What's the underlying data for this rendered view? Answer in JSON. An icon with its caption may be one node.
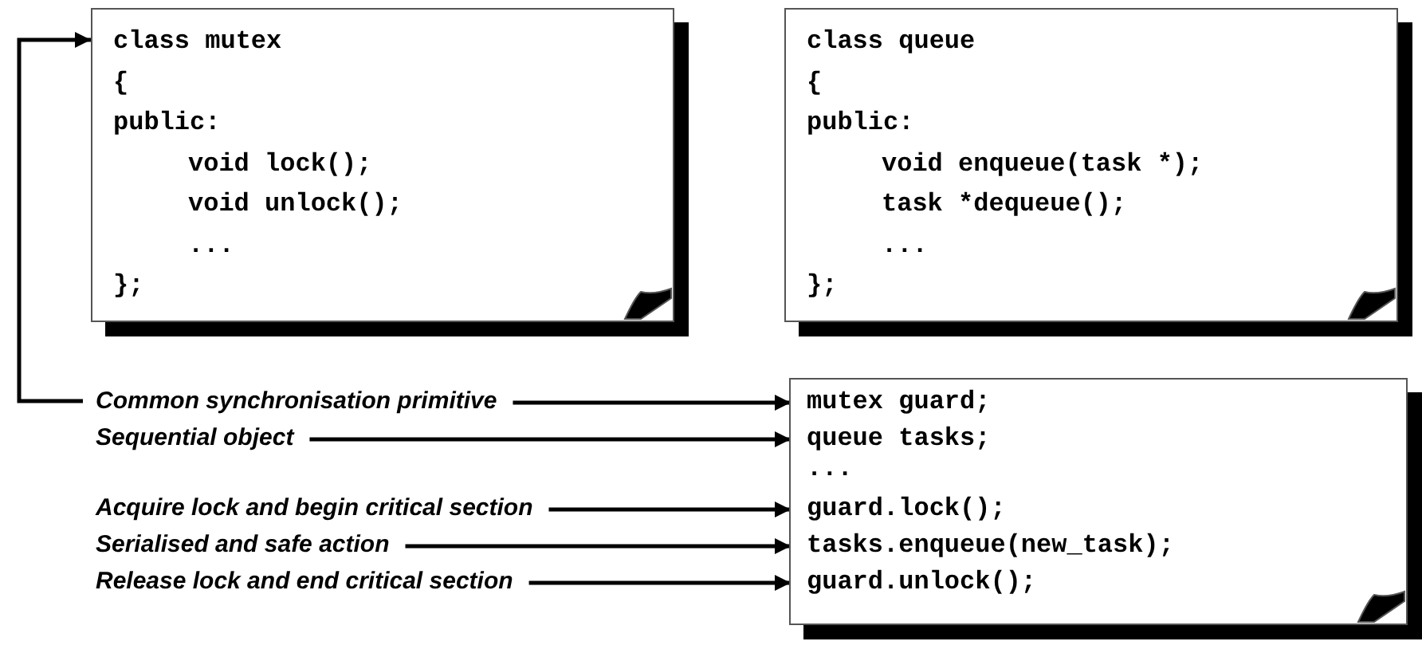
{
  "diagram": {
    "nodes": [
      {
        "text": [
          "class mutex",
          "{",
          "public:",
          "void lock();",
          "void unlock();",
          "...",
          "};"
        ]
      },
      {
        "text": [
          "class queue",
          "{",
          "public:",
          "void enqueue(task *);",
          "task *dequeue();",
          "...",
          "};"
        ]
      },
      {
        "text": [],
        "shape": "box"
      },
      {
        "text": [
          "mutex guard;"
        ],
        "in": 2
      },
      {
        "text": [
          "queue tasks;"
        ],
        "in": 2
      },
      {
        "text": [
          "..."
        ],
        "in": 2
      },
      {
        "text": [
          "guard.lock();"
        ],
        "in": 2
      },
      {
        "text": [
          "tasks.enqueue(new_task);"
        ],
        "in": 2
      },
      {
        "text": [
          "guard.unlock();"
        ],
        "in": 2
      },
      {
        "text": [
          "Common synchronisation primitive"
        ]
      },
      {
        "text": [
          "Sequential object"
        ]
      },
      {
        "text": [
          "Acquire lock and begin critical section"
        ]
      },
      {
        "text": [
          "Serialised and safe action"
        ]
      },
      {
        "text": [
          "Release lock and end critical section"
        ]
      }
    ],
    "edges": [
      {
        "from": 9,
        "to": 3,
        "arrow": "to"
      },
      {
        "from": 10,
        "to": 4,
        "arrow": "to"
      },
      {
        "from": 11,
        "to": 6,
        "arrow": "to"
      },
      {
        "from": 12,
        "to": 7,
        "arrow": "to"
      },
      {
        "from": 13,
        "to": 8,
        "arrow": "to"
      },
      {
        "from": 9,
        "to": 0,
        "arrow": "to"
      }
    ]
  }
}
